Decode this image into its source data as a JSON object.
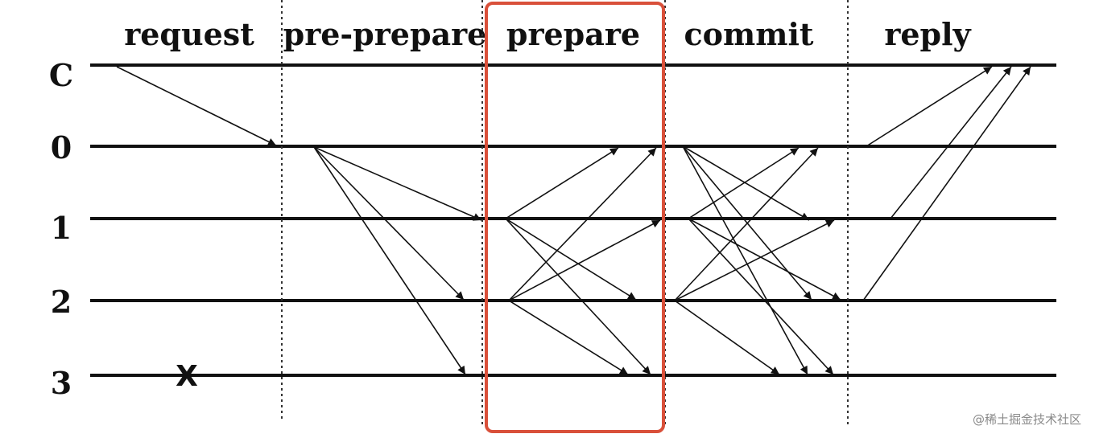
{
  "phases": [
    "request",
    "pre-prepare",
    "prepare",
    "commit",
    "reply"
  ],
  "nodes": [
    "C",
    "0",
    "1",
    "2",
    "3"
  ],
  "failure_marker": "X",
  "highlight": {
    "phase": "prepare",
    "color": "#d9503a"
  },
  "watermark": "@稀土掘金技术社区",
  "messages": [
    {
      "phase": "request",
      "from": "C",
      "to": "0"
    },
    {
      "phase": "pre-prepare",
      "from": "0",
      "to": "1"
    },
    {
      "phase": "pre-prepare",
      "from": "0",
      "to": "2"
    },
    {
      "phase": "pre-prepare",
      "from": "0",
      "to": "3"
    },
    {
      "phase": "prepare",
      "from": "1",
      "to": "0"
    },
    {
      "phase": "prepare",
      "from": "1",
      "to": "2"
    },
    {
      "phase": "prepare",
      "from": "1",
      "to": "3"
    },
    {
      "phase": "prepare",
      "from": "2",
      "to": "0"
    },
    {
      "phase": "prepare",
      "from": "2",
      "to": "1"
    },
    {
      "phase": "prepare",
      "from": "2",
      "to": "3"
    },
    {
      "phase": "commit",
      "from": "0",
      "to": "1"
    },
    {
      "phase": "commit",
      "from": "0",
      "to": "2"
    },
    {
      "phase": "commit",
      "from": "0",
      "to": "3"
    },
    {
      "phase": "commit",
      "from": "1",
      "to": "0"
    },
    {
      "phase": "commit",
      "from": "1",
      "to": "2"
    },
    {
      "phase": "commit",
      "from": "1",
      "to": "3"
    },
    {
      "phase": "commit",
      "from": "2",
      "to": "0"
    },
    {
      "phase": "commit",
      "from": "2",
      "to": "1"
    },
    {
      "phase": "commit",
      "from": "2",
      "to": "3"
    },
    {
      "phase": "reply",
      "from": "0",
      "to": "C"
    },
    {
      "phase": "reply",
      "from": "1",
      "to": "C"
    },
    {
      "phase": "reply",
      "from": "2",
      "to": "C"
    }
  ]
}
